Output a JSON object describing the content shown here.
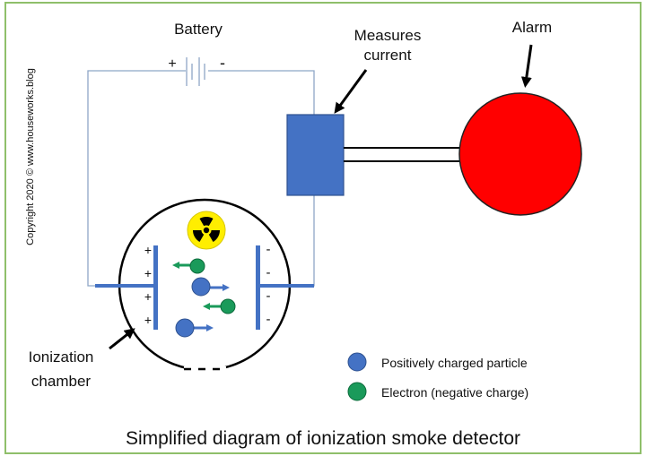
{
  "labels": {
    "battery": "Battery",
    "plus": "+",
    "minus": "-",
    "measures_line1": "Measures",
    "measures_line2": "current",
    "alarm": "Alarm",
    "copyright": "Copyright 2020 © www.houseworks.blog",
    "ionization_line1": "Ionization",
    "ionization_line2": "chamber",
    "title": "Simplified diagram of ionization smoke detector"
  },
  "legend": {
    "positive": "Positively charged particle",
    "electron": "Electron (negative charge)"
  },
  "plate_signs": {
    "left": [
      "+",
      "+",
      "+",
      "+"
    ],
    "right": [
      "-",
      "-",
      "-",
      "-"
    ]
  },
  "colors": {
    "border": "#8fbf6a",
    "wire": "#8ea6c7",
    "meter": "#4472c4",
    "alarm": "#ff0000",
    "positive_particle": "#4472c4",
    "electron": "#1a9a5a",
    "plate": "#4472c4",
    "radiation_bg": "#ffee00"
  },
  "icons": {
    "radiation": "radiation-trefoil-icon"
  }
}
